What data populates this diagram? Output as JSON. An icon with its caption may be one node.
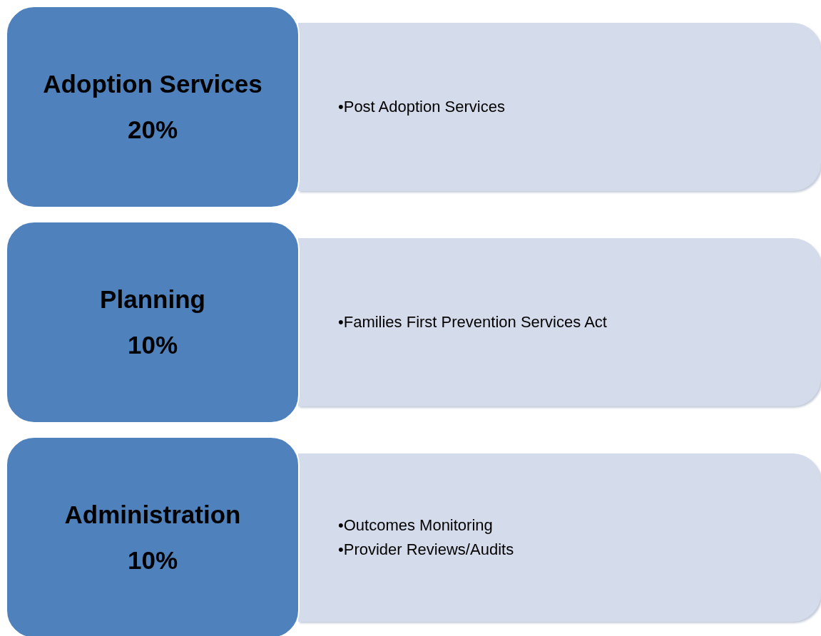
{
  "diagram": {
    "nodes": [
      {
        "text": [
          "Adoption Services",
          "20%"
        ]
      },
      {
        "text": [
          "•Post Adoption Services"
        ]
      },
      {
        "text": [
          "Planning",
          "10%"
        ]
      },
      {
        "text": [
          "•Families First Prevention Services Act"
        ]
      },
      {
        "text": [
          "Administration",
          "10%"
        ]
      },
      {
        "text": [
          "•Outcomes Monitoring",
          "•Provider Reviews/Audits"
        ]
      }
    ]
  }
}
